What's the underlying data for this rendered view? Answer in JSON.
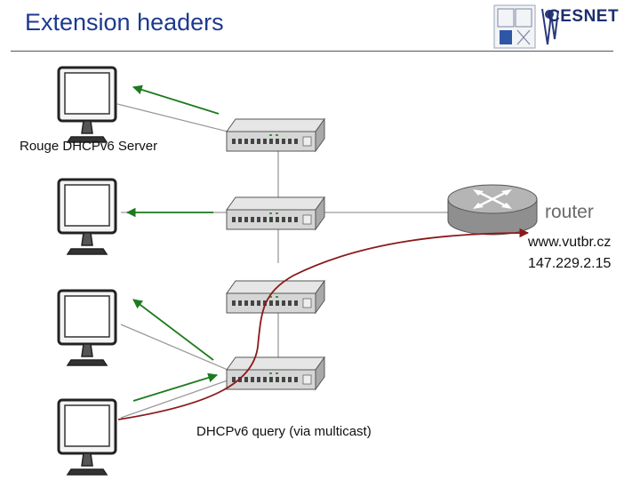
{
  "slide": {
    "title": "Extension headers",
    "logo_text": "CESNET"
  },
  "labels": {
    "rouge_server": "Rouge DHCPv6 Server",
    "router": "router",
    "router_host": "www.vutbr.cz",
    "router_ip": "147.229.2.15",
    "query": "DHCPv6 query (via multicast)"
  },
  "colors": {
    "title": "#1d3a8f",
    "green_arrow": "#1e7a1e",
    "red_path": "#8b1a1a",
    "link": "#999999"
  },
  "icons": {
    "computers": [
      "monitor-icon",
      "monitor-icon",
      "monitor-icon",
      "monitor-icon"
    ],
    "switches": [
      "switch-icon",
      "switch-icon",
      "switch-icon",
      "switch-icon"
    ],
    "router": "router-icon"
  }
}
